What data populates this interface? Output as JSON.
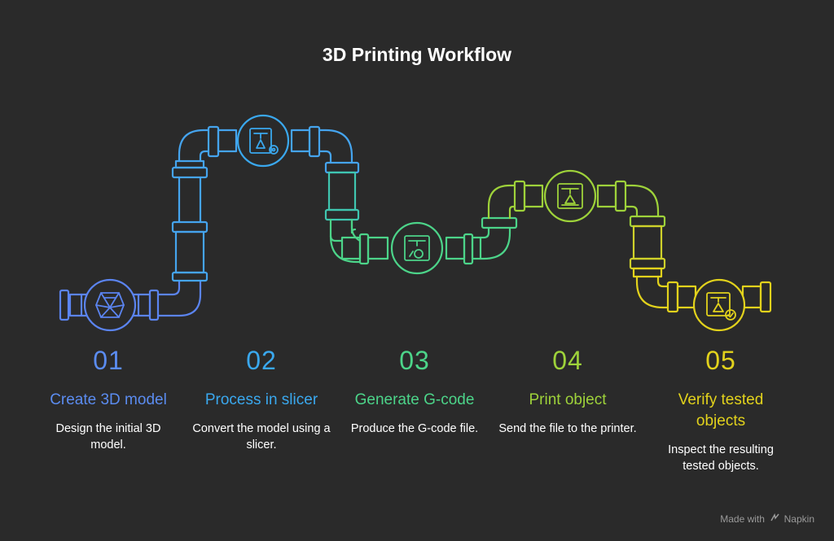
{
  "title": "3D Printing Workflow",
  "steps": [
    {
      "number": "01",
      "title": "Create 3D model",
      "description": "Design the initial 3D model.",
      "color": "#5b8cf0",
      "icon": "3d-model-icon"
    },
    {
      "number": "02",
      "title": "Process in slicer",
      "description": "Convert the model using a slicer.",
      "color": "#3aa8ee",
      "icon": "slicer-gear-icon"
    },
    {
      "number": "03",
      "title": "Generate G-code",
      "description": "Produce the G-code file.",
      "color": "#4cd489",
      "icon": "gcode-printer-icon"
    },
    {
      "number": "04",
      "title": "Print object",
      "description": "Send the file to the printer.",
      "color": "#9ed23a",
      "icon": "printer-icon"
    },
    {
      "number": "05",
      "title": "Verify tested objects",
      "description": "Inspect the resulting tested objects.",
      "color": "#e2d21c",
      "icon": "verified-print-icon"
    }
  ],
  "footer": {
    "made_with": "Made with",
    "brand": "Napkin"
  }
}
